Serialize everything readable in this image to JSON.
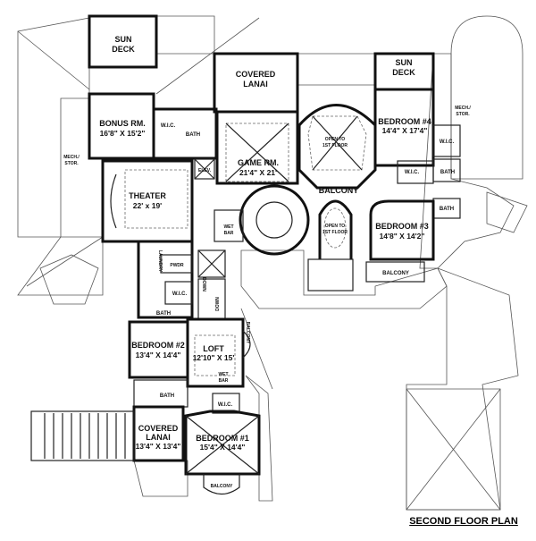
{
  "plan_title": "SECOND FLOOR PLAN",
  "rooms": {
    "sun_deck_left": {
      "name": "SUN",
      "name2": "DECK"
    },
    "covered_lanai_top": {
      "name": "COVERED",
      "name2": "LANAI"
    },
    "bonus_room": {
      "name": "BONUS RM.",
      "size": "16'8\" X 15'2\""
    },
    "wic_bonus": {
      "name": "W.I.C."
    },
    "bath_bonus": {
      "name": "BATH"
    },
    "game_room": {
      "name": "GAME RM.",
      "size": "21'4\" X 21'"
    },
    "theater": {
      "name": "THEATER",
      "size": "22' x 19'"
    },
    "elevator": {
      "name": "ELEV."
    },
    "mech_stor_left": {
      "name": "MECH./",
      "name2": "STOR."
    },
    "open_to_first_top": {
      "name": "OPEN TO",
      "name2": "1ST FLOOR"
    },
    "balcony_top": {
      "name": "BALCONY"
    },
    "sun_deck_right": {
      "name": "SUN",
      "name2": "DECK"
    },
    "bedroom_4": {
      "name": "BEDROOM #4",
      "size": "14'4\" X 17'4\""
    },
    "mech_stor_right": {
      "name": "MECH./",
      "name2": "STOR."
    },
    "wic_bed4": {
      "name": "W.I.C."
    },
    "wic_bed3": {
      "name": "W.I.C."
    },
    "bath_bed4": {
      "name": "BATH"
    },
    "bath_bed3": {
      "name": "BATH"
    },
    "bedroom_3": {
      "name": "BEDROOM #3",
      "size": "14'8\" X 14'2\""
    },
    "open_to_first_lower": {
      "name": "OPEN TO",
      "name2": "1ST FLOOR"
    },
    "balcony_bed3": {
      "name": "BALCONY"
    },
    "wet_bar_upper": {
      "name": "WET",
      "name2": "BAR"
    },
    "laundry": {
      "name": "LAUNDRY"
    },
    "powder": {
      "name": "PWDR"
    },
    "wic_bed2": {
      "name": "W.I.C."
    },
    "bath_bed2": {
      "name": "BATH"
    },
    "stairs_down_1": {
      "name": "DOWN"
    },
    "stairs_down_2": {
      "name": "DOWN"
    },
    "bedroom_2": {
      "name": "BEDROOM #2",
      "size": "13'4\" X 14'4\""
    },
    "loft": {
      "name": "LOFT",
      "size": "12'10\" X 15'"
    },
    "wet_bar_loft": {
      "name": "WET",
      "name2": "BAR"
    },
    "balcony_loft": {
      "name": "BALCONY"
    },
    "bath_bed1": {
      "name": "BATH"
    },
    "wic_bed1": {
      "name": "W.I.C."
    },
    "covered_lanai_bottom": {
      "name": "COVERED",
      "name2": "LANAI",
      "size": "13'4\" X 13'4\""
    },
    "bedroom_1": {
      "name": "BEDROOM #1",
      "size": "15'4\" X 14'4\""
    },
    "balcony_bed1": {
      "name": "BALCONY"
    }
  }
}
